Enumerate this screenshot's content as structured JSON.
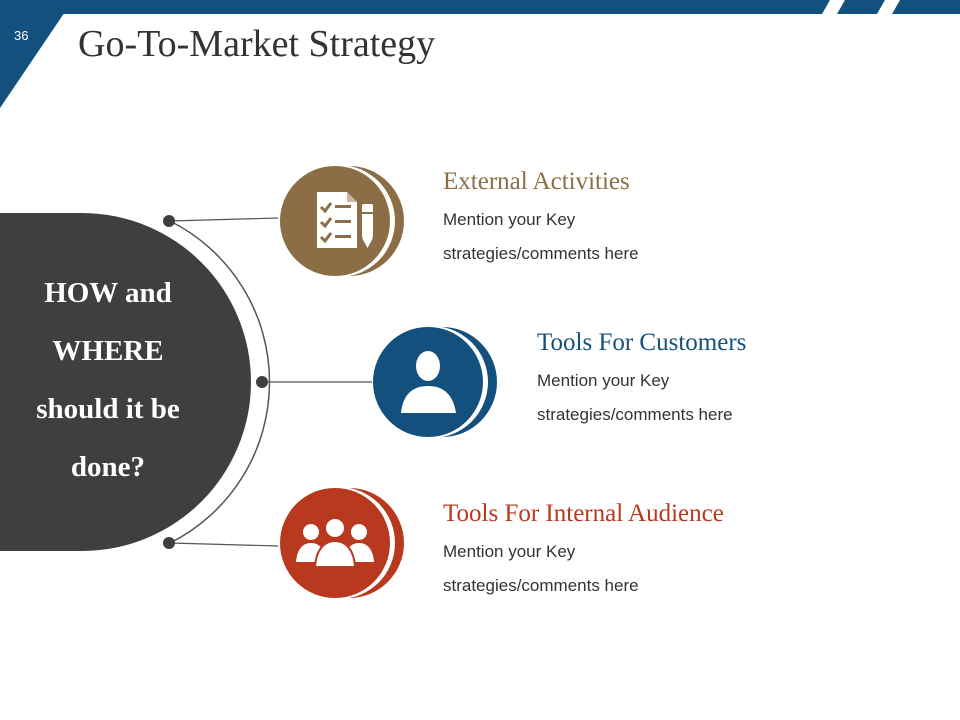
{
  "slide": {
    "number": "36",
    "title": "Go-To-Market Strategy"
  },
  "center": {
    "lines": [
      "HOW and",
      "WHERE",
      "should it be",
      "done?"
    ]
  },
  "items": [
    {
      "title": "External Activities",
      "desc_line1": "Mention your Key",
      "desc_line2": "strategies/comments here",
      "color": "#8b6e45",
      "icon": "checklist-icon"
    },
    {
      "title": "Tools For Customers",
      "desc_line1": "Mention your Key",
      "desc_line2": "strategies/comments here",
      "color": "#13507e",
      "icon": "user-icon"
    },
    {
      "title": "Tools For Internal Audience",
      "desc_line1": "Mention your Key",
      "desc_line2": "strategies/comments here",
      "color": "#b8391e",
      "icon": "team-icon"
    }
  ],
  "colors": {
    "header_blue": "#13507e",
    "dark_shape": "#3f3f3f"
  }
}
